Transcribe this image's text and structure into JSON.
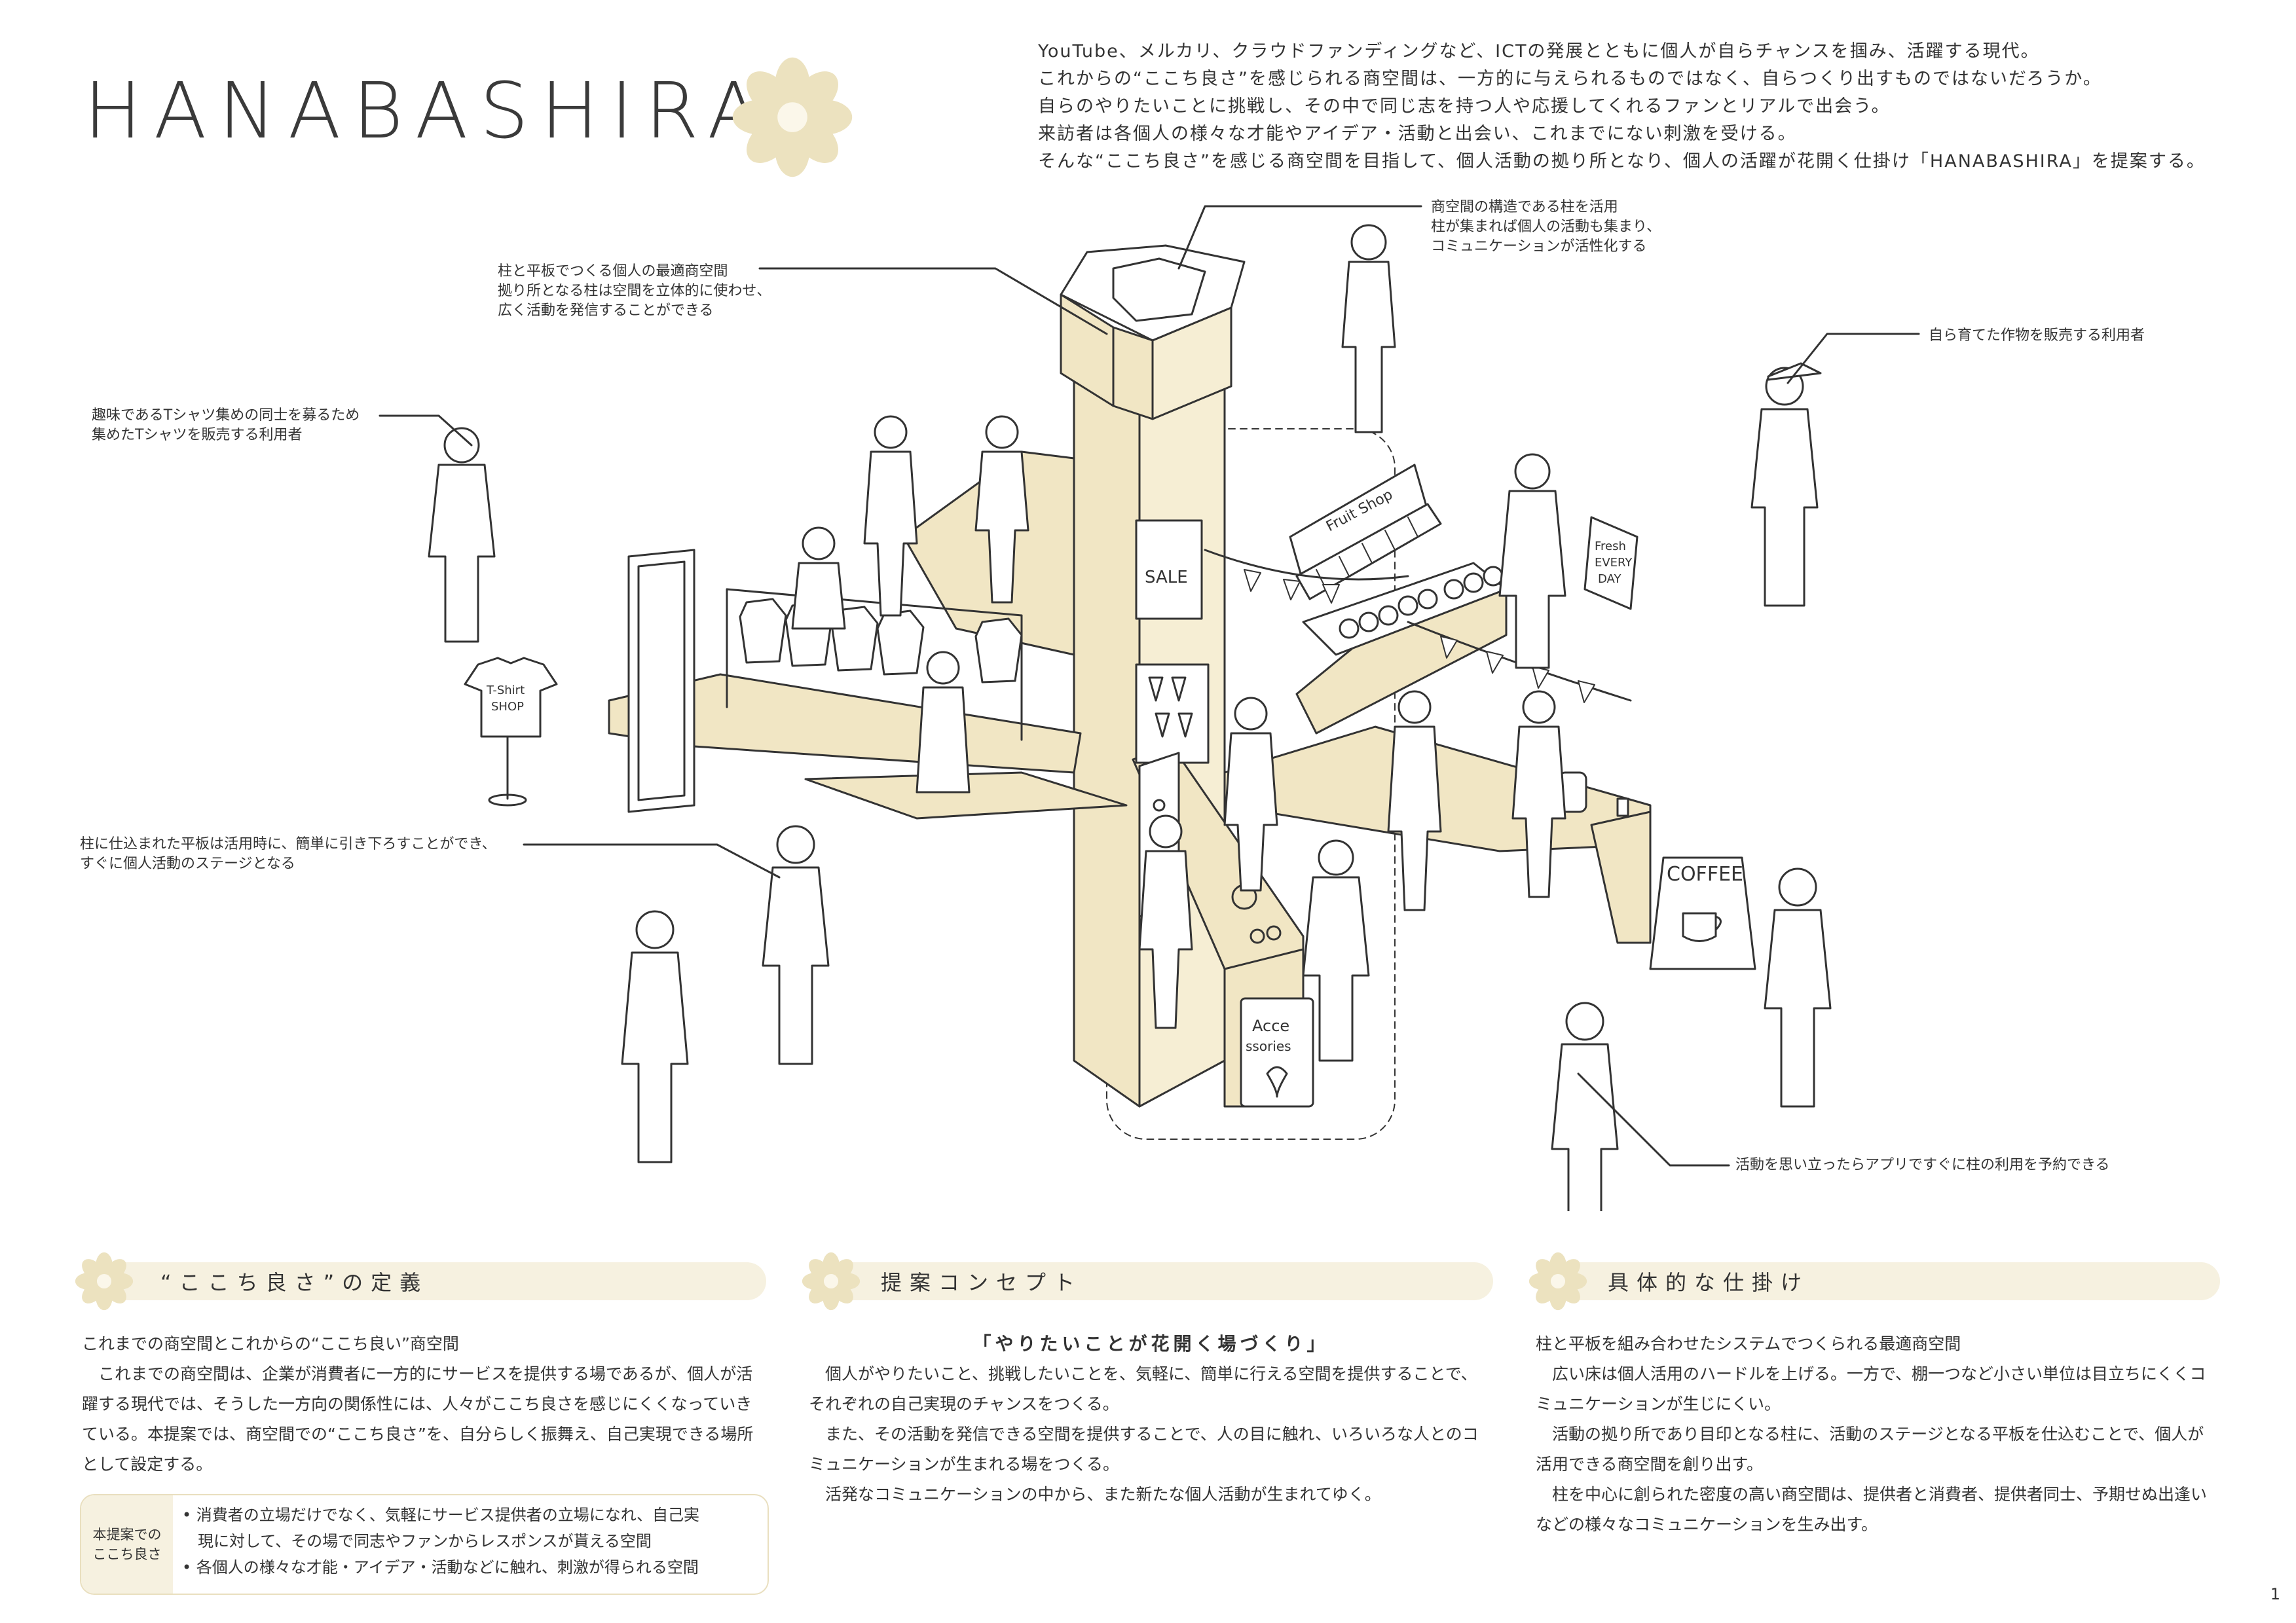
{
  "title": "HANABASHIRA",
  "intro": [
    "YouTube、メルカリ、クラウドファンディングなど、ICTの発展とともに個人が自らチャンスを掴み、活躍する現代。",
    "これからの“ここち良さ”を感じられる商空間は、一方的に与えられるものではなく、自らつくり出すものではないだろうか。",
    "自らのやりたいことに挑戦し、その中で同じ志を持つ人や応援してくれるファンとリアルで出会う。",
    "来訪者は各個人の様々な才能やアイデア・活動と出会い、これまでにない刺激を受ける。",
    "そんな“ここち良さ”を感じる商空間を目指して、個人活動の拠り所となり、個人の活躍が花開く仕掛け「HANABASHIRA」を提案する。"
  ],
  "annotations": {
    "pillar_use": [
      "商空間の構造である柱を活用",
      "柱が集まれば個人の活動も集まり、",
      "コミュニケーションが活性化する"
    ],
    "pillar_board": [
      "柱と平板でつくる個人の最適商空間",
      "拠り所となる柱は空間を立体的に使わせ、",
      "広く活動を発信することができる"
    ],
    "farmer": [
      "自ら育てた作物を販売する利用者"
    ],
    "tshirt": [
      "趣味であるTシャツ集めの同士を募るため",
      "集めたTシャツを販売する利用者"
    ],
    "board": [
      "柱に仕込まれた平板は活用時に、簡単に引き下ろすことができ、",
      "すぐに個人活動のステージとなる"
    ],
    "app": [
      "活動を思い立ったらアプリですぐに柱の利用を予約できる"
    ]
  },
  "illustration_signs": {
    "sale": "SALE",
    "fruit_shop": "Fruit Shop",
    "fresh": [
      "Fresh",
      "EVERY",
      "DAY"
    ],
    "coffee": "COFFEE",
    "tshirt_shop": [
      "T-Shirt",
      "SHOP"
    ],
    "accessories": [
      "Acce",
      "ssories"
    ]
  },
  "sections": [
    {
      "heading": "“ここち良さ”の定義",
      "subheading": "これまでの商空間とこれからの“ここち良い”商空間",
      "paragraphs": [
        "これまでの商空間は、企業が消費者に一方的にサービスを提供する場であるが、個人が活躍する現代では、そうした一方向の関係性には、人々がここち良さを感じにくくなっていきている。本提案では、商空間での“ここち良さ”を、自分らしく振舞え、自己実現できる場所として設定する。"
      ],
      "box_label": [
        "本提案での",
        "ここち良さ"
      ],
      "box_items": [
        "• 消費者の立場だけでなく、気軽にサービス提供者の立場になれ、自己実",
        "　現に対して、その場で同志やファンからレスポンスが貰える空間",
        "• 各個人の様々な才能・アイデア・活動などに触れ、刺激が得られる空間"
      ]
    },
    {
      "heading": "提案コンセプト",
      "subheading": "「やりたいことが花開く場づくり」",
      "paragraphs": [
        "個人がやりたいこと、挑戦したいことを、気軽に、簡単に行える空間を提供することで、それぞれの自己実現のチャンスをつくる。",
        "また、その活動を発信できる空間を提供することで、人の目に触れ、いろいろな人とのコミュニケーションが生まれる場をつくる。",
        "活発なコミュニケーションの中から、また新たな個人活動が生まれてゆく。"
      ]
    },
    {
      "heading": "具体的な仕掛け",
      "subheading": "柱と平板を組み合わせたシステムでつくられる最適商空間",
      "paragraphs": [
        "広い床は個人活用のハードルを上げる。一方で、棚一つなど小さい単位は目立ちにくくコミュニケーションが生じにくい。",
        "活動の拠り所であり目印となる柱に、活動のステージとなる平板を仕込むことで、個人が活用できる商空間を創り出す。",
        "柱を中心に創られた密度の高い商空間は、提供者と消費者、提供者同士、予期せぬ出逢いなどの様々なコミュニケーションを生み出す。"
      ]
    }
  ],
  "page_number": "1",
  "colors": {
    "accent": "#f6f1e0",
    "flower": "#ece2bf",
    "wood": "#f1e6c4",
    "line": "#333333"
  }
}
